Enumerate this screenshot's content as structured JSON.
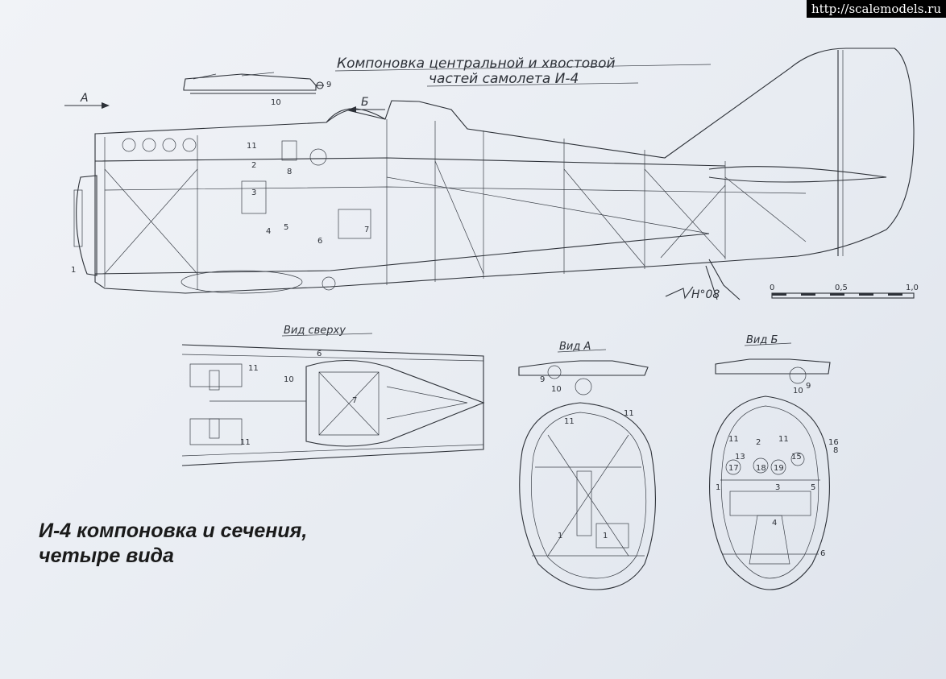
{
  "watermark": "http://scalemodels.ru",
  "drawing": {
    "title_line1": "Компоновка центральной и хвостовой",
    "title_line2": "частей самолета И-4",
    "arrow_a": "А",
    "arrow_b": "Б",
    "signature": "Н°08",
    "scale": {
      "tick_0": "0",
      "tick_mid": "0,5",
      "tick_end": "1,0"
    }
  },
  "views": {
    "top_view_title": "Вид сверху",
    "view_a_title": "Вид А",
    "view_b_title": "Вид Б"
  },
  "callouts_side": [
    "1",
    "2",
    "3",
    "4",
    "5",
    "6",
    "7",
    "8",
    "9",
    "10",
    "11"
  ],
  "callouts_top": [
    "6",
    "7",
    "10",
    "11",
    "11"
  ],
  "callouts_view_a": [
    "1",
    "1",
    "9",
    "10",
    "11",
    "11"
  ],
  "callouts_view_b": [
    "1",
    "2",
    "3",
    "4",
    "5",
    "6",
    "8",
    "9",
    "10",
    "11",
    "11",
    "13",
    "15",
    "16",
    "17",
    "18",
    "19"
  ],
  "caption": {
    "line1": "И-4 компоновка и сечения,",
    "line2": "четыре вида"
  }
}
